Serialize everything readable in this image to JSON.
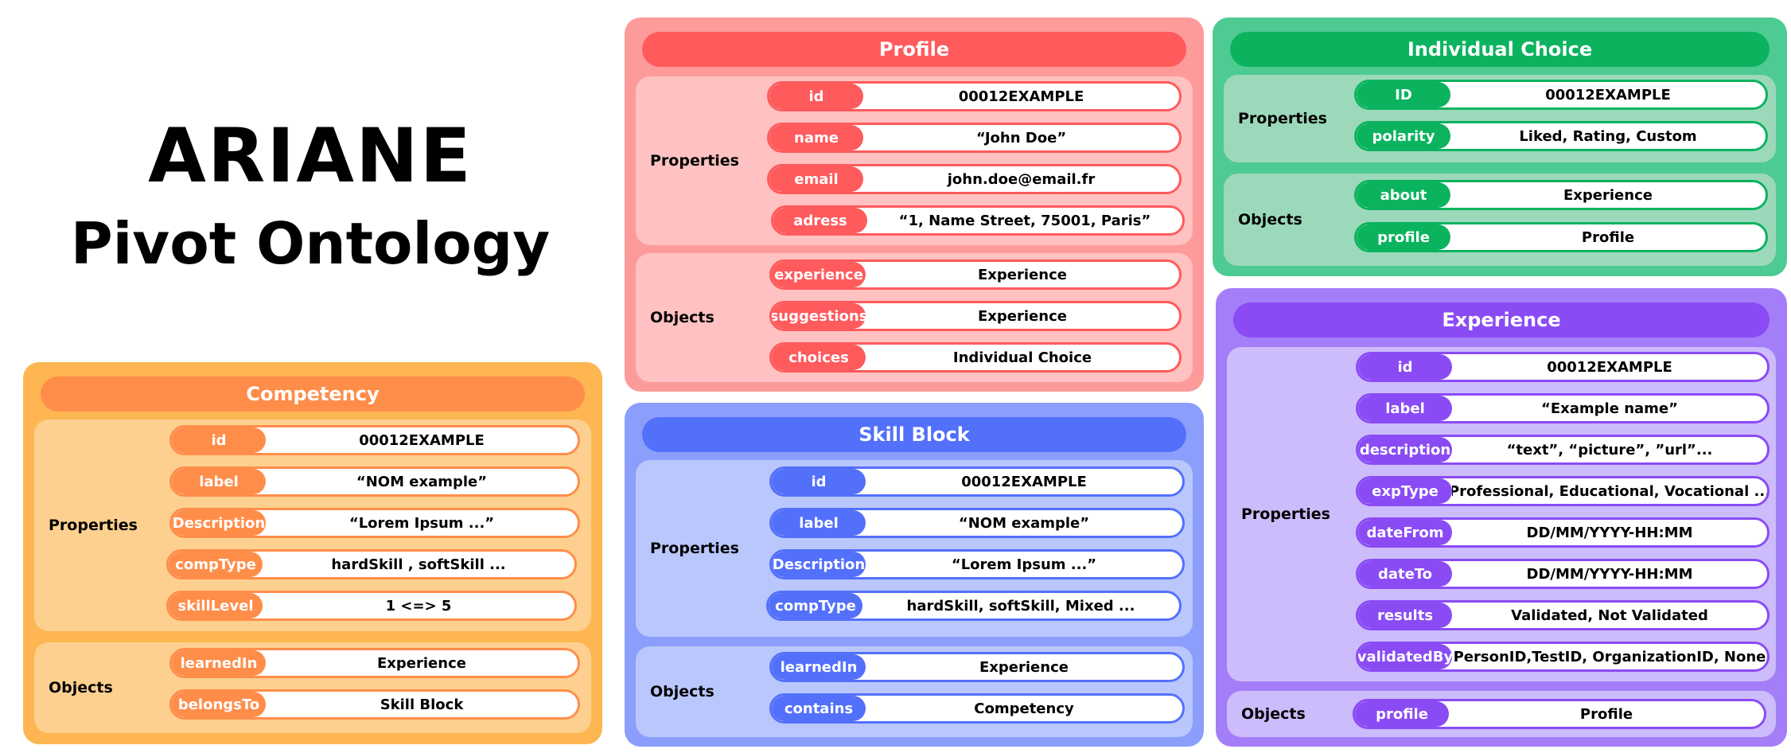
{
  "title": {
    "main": "ARIANE",
    "sub": "Pivot Ontology"
  },
  "section_labels": {
    "properties": "Properties",
    "objects": "Objects"
  },
  "colors": {
    "competency": "#ff8d4a",
    "profile": "#ff5a5c",
    "skill_block": "#5370fb",
    "individual_choice": "#0bb35e",
    "experience": "#8a4bf5"
  },
  "competency": {
    "header": "Competency",
    "properties": [
      {
        "key": "id",
        "value": "00012EXAMPLE"
      },
      {
        "key": "label",
        "value": "“NOM example”"
      },
      {
        "key": "Description",
        "value": "“Lorem Ipsum ...”"
      },
      {
        "key": "compType",
        "value": "hardSkill , softSkill ..."
      },
      {
        "key": "skillLevel",
        "value": "1 <=> 5"
      }
    ],
    "objects": [
      {
        "key": "learnedIn",
        "value": "Experience"
      },
      {
        "key": "belongsTo",
        "value": "Skill Block"
      }
    ]
  },
  "profile": {
    "header": "Profile",
    "properties": [
      {
        "key": "id",
        "value": "00012EXAMPLE"
      },
      {
        "key": "name",
        "value": "“John Doe”"
      },
      {
        "key": "email",
        "value": "john.doe@email.fr"
      },
      {
        "key": "adress",
        "value": "“1, Name Street, 75001, Paris”"
      }
    ],
    "objects": [
      {
        "key": "experience",
        "value": "Experience"
      },
      {
        "key": "suggestions",
        "value": "Experience"
      },
      {
        "key": "choices",
        "value": "Individual Choice"
      }
    ]
  },
  "skill_block": {
    "header": "Skill Block",
    "properties": [
      {
        "key": "id",
        "value": "00012EXAMPLE"
      },
      {
        "key": "label",
        "value": "“NOM example”"
      },
      {
        "key": "Description",
        "value": "“Lorem Ipsum ...”"
      },
      {
        "key": "compType",
        "value": "hardSkill, softSkill, Mixed ..."
      }
    ],
    "objects": [
      {
        "key": "learnedIn",
        "value": "Experience"
      },
      {
        "key": "contains",
        "value": "Competency"
      }
    ]
  },
  "individual_choice": {
    "header": "Individual Choice",
    "properties": [
      {
        "key": "ID",
        "value": "00012EXAMPLE"
      },
      {
        "key": "polarity",
        "value": "Liked, Rating, Custom"
      }
    ],
    "objects": [
      {
        "key": "about",
        "value": "Experience"
      },
      {
        "key": "profile",
        "value": "Profile"
      }
    ]
  },
  "experience": {
    "header": "Experience",
    "properties": [
      {
        "key": "id",
        "value": "00012EXAMPLE"
      },
      {
        "key": "label",
        "value": "“Example name”"
      },
      {
        "key": "description",
        "value": "“text”, “picture”, ”url”..."
      },
      {
        "key": "expType",
        "value": "Professional, Educational, Vocational ..."
      },
      {
        "key": "dateFrom",
        "value": "DD/MM/YYYY-HH:MM"
      },
      {
        "key": "dateTo",
        "value": "DD/MM/YYYY-HH:MM"
      },
      {
        "key": "results",
        "value": "Validated, Not Validated"
      },
      {
        "key": "validatedBy",
        "value": "PersonID,TestID, OrganizationID, None"
      }
    ],
    "objects": [
      {
        "key": "profile",
        "value": "Profile"
      }
    ]
  }
}
